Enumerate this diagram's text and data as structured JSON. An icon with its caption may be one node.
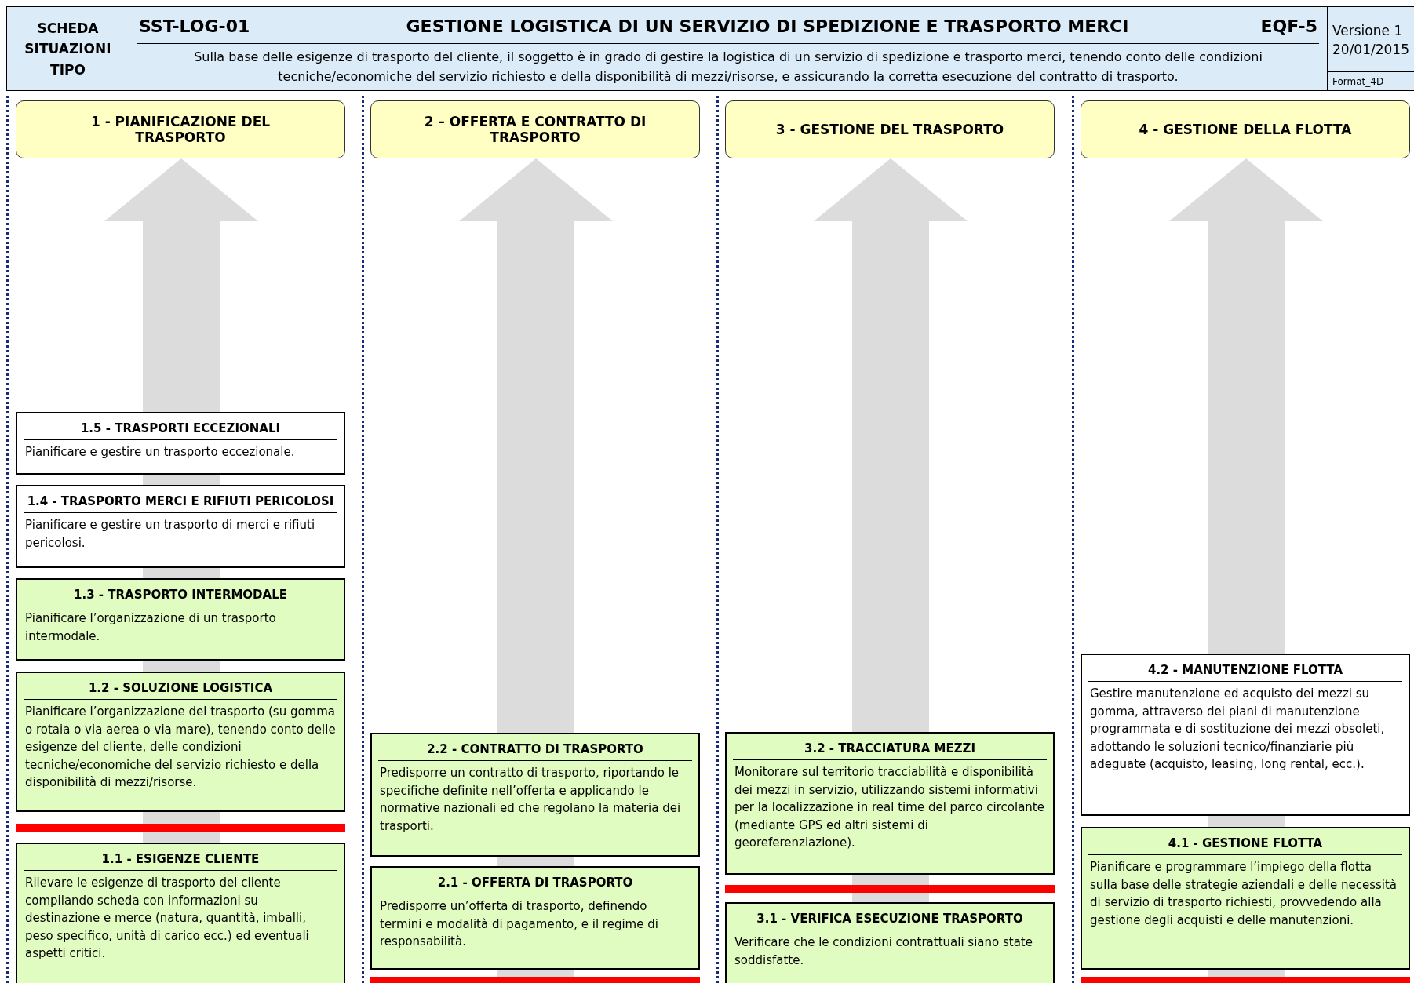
{
  "diagram": {
    "title": "GESTIONE LOGISTICA DI UN SERVIZIO DI SPEDIZIONE E TRASPORTO MERCI",
    "nodes": [
      {
        "text": [
          "1 - PIANIFICAZIONE DEL TRASPORTO"
        ]
      },
      {
        "text": [
          "1.5 - TRASPORTI ECCEZIONALI",
          "Pianificare e gestire un trasporto eccezionale."
        ]
      },
      {
        "text": [
          "1.4 - TRASPORTO MERCI E RIFIUTI PERICOLOSI",
          "Pianificare e gestire un trasporto di merci e rifiuti pericolosi."
        ]
      },
      {
        "text": [
          "1.3 - TRASPORTO INTERMODALE",
          "Pianificare l’organizzazione di un trasporto intermodale."
        ]
      },
      {
        "text": [
          "1.2 - SOLUZIONE LOGISTICA",
          "Pianificare l’organizzazione del trasporto (su gomma o rotaia o via aerea o via mare), tenendo conto delle esigenze del cliente, delle condizioni tecniche/economiche del servizio richiesto e della disponibilità di mezzi/risorse."
        ]
      },
      {
        "text": [
          "1.1 - ESIGENZE CLIENTE",
          "Rilevare le esigenze di trasporto del cliente compilando scheda con informazioni su destinazione e merce (natura, quantità, imballi, peso specifico, unità di carico ecc.) ed eventuali aspetti critici."
        ]
      },
      {
        "text": [
          "2 – OFFERTA E CONTRATTO DI TRASPORTO"
        ]
      },
      {
        "text": [
          "2.2 - CONTRATTO DI TRASPORTO",
          "Predisporre un contratto di trasporto, riportando le specifiche definite nell’offerta e applicando le normative nazionali ed che regolano la materia dei trasporti."
        ]
      },
      {
        "text": [
          "2.1 - OFFERTA DI TRASPORTO",
          "Predisporre un’offerta di trasporto, definendo termini e modalità di pagamento, e il regime di responsabilità."
        ]
      },
      {
        "text": [
          "3 - GESTIONE DEL TRASPORTO"
        ]
      },
      {
        "text": [
          "3.2 - TRACCIATURA MEZZI",
          "Monitorare sul territorio tracciabilità e disponibilità dei mezzi in servizio, utilizzando sistemi informativi per la localizzazione in real time del parco circolante (mediante GPS ed altri sistemi di georeferenziazione)."
        ]
      },
      {
        "text": [
          "3.1 - VERIFICA ESECUZIONE TRASPORTO",
          "Verificare che le condizioni contrattuali siano state soddisfatte."
        ]
      },
      {
        "text": [
          "4 - GESTIONE DELLA FLOTTA"
        ]
      },
      {
        "text": [
          "4.2 - MANUTENZIONE FLOTTA",
          "Gestire manutenzione ed acquisto dei mezzi su gomma, attraverso dei piani di manutenzione programmata e di sostituzione dei mezzi obsoleti, adottando le soluzioni tecnico/finanziarie più adeguate (acquisto, leasing, long rental, ecc.)."
        ]
      },
      {
        "text": [
          "4.1 - GESTIONE FLOTTA",
          "Pianificare e programmare l’impiego della flotta sulla base delle strategie aziendali e delle necessità di servizio di trasporto richiesti, provvedendo alla gestione degli acquisti e delle manutenzioni."
        ]
      }
    ],
    "labels": [
      "SCHEDA SITUAZIONI TIPO",
      "SST-LOG-01",
      "EQF-5",
      "Sulla base delle esigenze di trasporto del cliente, il soggetto è in grado di gestire la logistica di un servizio di spedizione e trasporto merci, tenendo conto delle condizioni tecniche/economiche del servizio richiesto e della disponibilità di mezzi/risorse, e assicurando la corretta esecuzione del contratto di trasporto.",
      "Versione 1",
      "20/01/2015",
      "Format_4D"
    ]
  }
}
